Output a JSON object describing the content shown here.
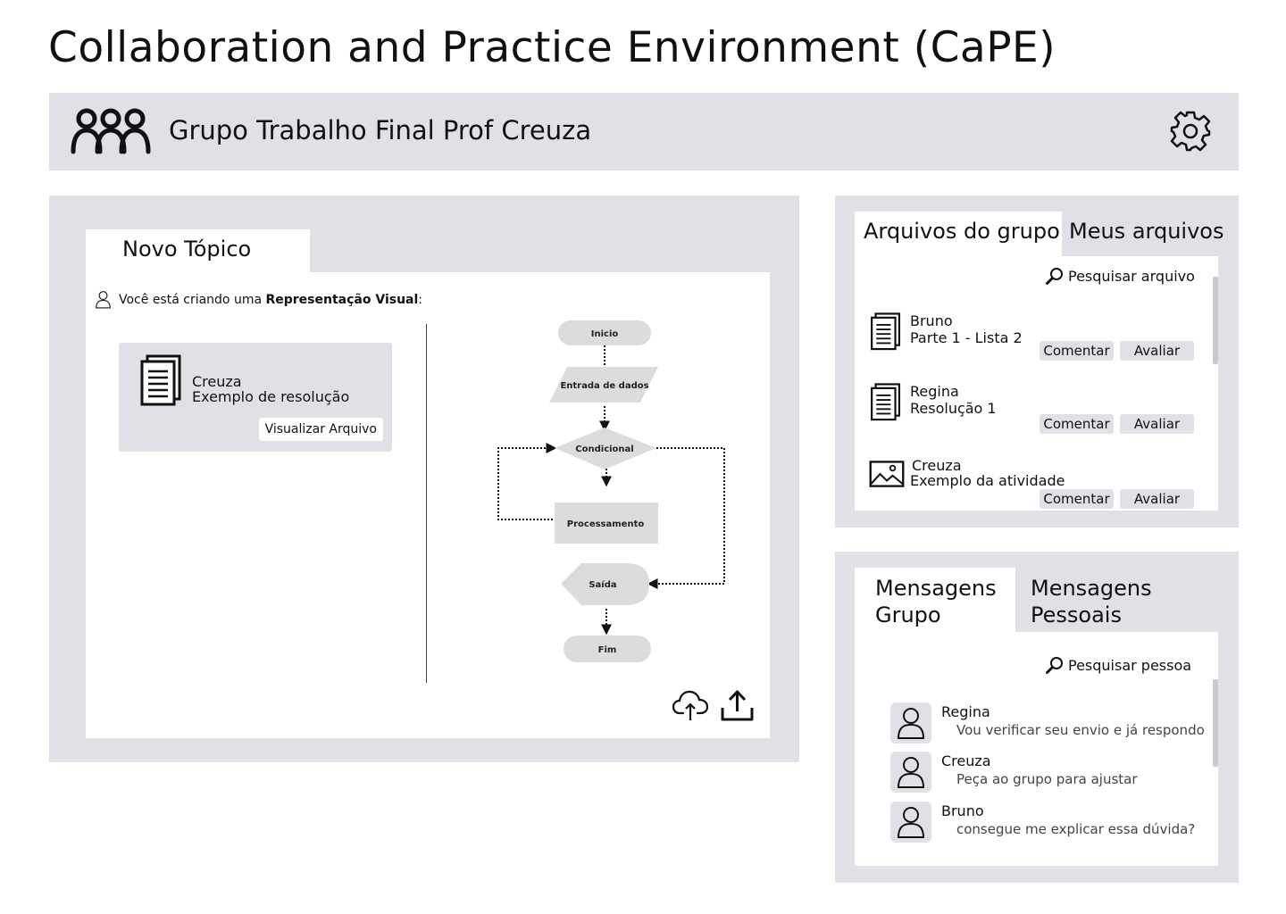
{
  "app": {
    "title": "Collaboration and Practice Environment (CaPE)"
  },
  "group": {
    "name": "Grupo Trabalho Final Prof Creuza"
  },
  "topic": {
    "tab_label": "Novo Tópico",
    "creating_prefix": "Você está criando uma",
    "creating_type": "Representação Visual",
    "creating_suffix": ":",
    "attached_file": {
      "author": "Creuza",
      "title": "Exemplo de resolução",
      "view_button": "Visualizar Arquivo"
    },
    "flowchart": {
      "nodes": {
        "inicio": "Inicio",
        "entrada": "Entrada de dados",
        "condicional": "Condicional",
        "processamento": "Processamento",
        "saida": "Saída",
        "fim": "Fim"
      }
    }
  },
  "files": {
    "tabs": [
      {
        "label": "Arquivos do grupo",
        "active": true
      },
      {
        "label": "Meus arquivos",
        "active": false
      }
    ],
    "search_label": "Pesquisar arquivo",
    "items": [
      {
        "author": "Bruno",
        "title": "Parte 1 - Lista 2",
        "icon": "document-icon"
      },
      {
        "author": "Regina",
        "title": "Resolução 1",
        "icon": "document-icon"
      },
      {
        "author": "Creuza",
        "title": "Exemplo da atividade",
        "icon": "image-icon"
      }
    ],
    "comment_label": "Comentar",
    "rate_label": "Avaliar"
  },
  "messages": {
    "tabs": [
      {
        "label_line1": "Mensagens",
        "label_line2": "Grupo",
        "active": true
      },
      {
        "label_line1": "Mensagens",
        "label_line2": "Pessoais",
        "active": false
      }
    ],
    "search_label": "Pesquisar pessoa",
    "items": [
      {
        "name": "Regina",
        "text": "Vou verificar seu envio e já respondo"
      },
      {
        "name": "Creuza",
        "text": "Peça ao grupo para ajustar"
      },
      {
        "name": "Bruno",
        "text": "consegue me explicar essa dúvida?"
      }
    ]
  },
  "colors": {
    "panel_bg": "#e0e1e6",
    "card_bg": "#ffffff",
    "text": "#111111",
    "flow_shape": "#dcdcdc"
  }
}
